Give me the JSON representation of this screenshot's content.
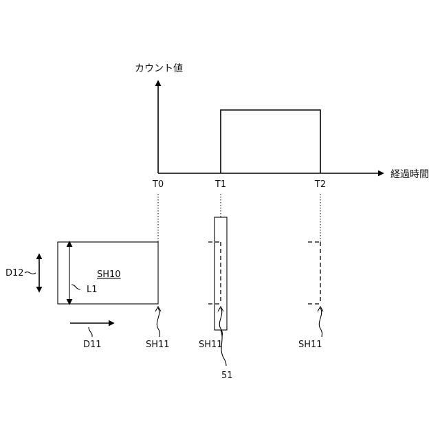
{
  "axes": {
    "y_label": "カウント値",
    "x_label": "経過時間",
    "ticks": [
      "T0",
      "T1",
      "T2"
    ]
  },
  "labels": {
    "sheet": "SH10",
    "line": "L1",
    "dir_vertical": "D12",
    "dir_horizontal": "D11",
    "sheet_edge": [
      "SH11",
      "SH11",
      "SH11"
    ],
    "sensor": "51"
  }
}
